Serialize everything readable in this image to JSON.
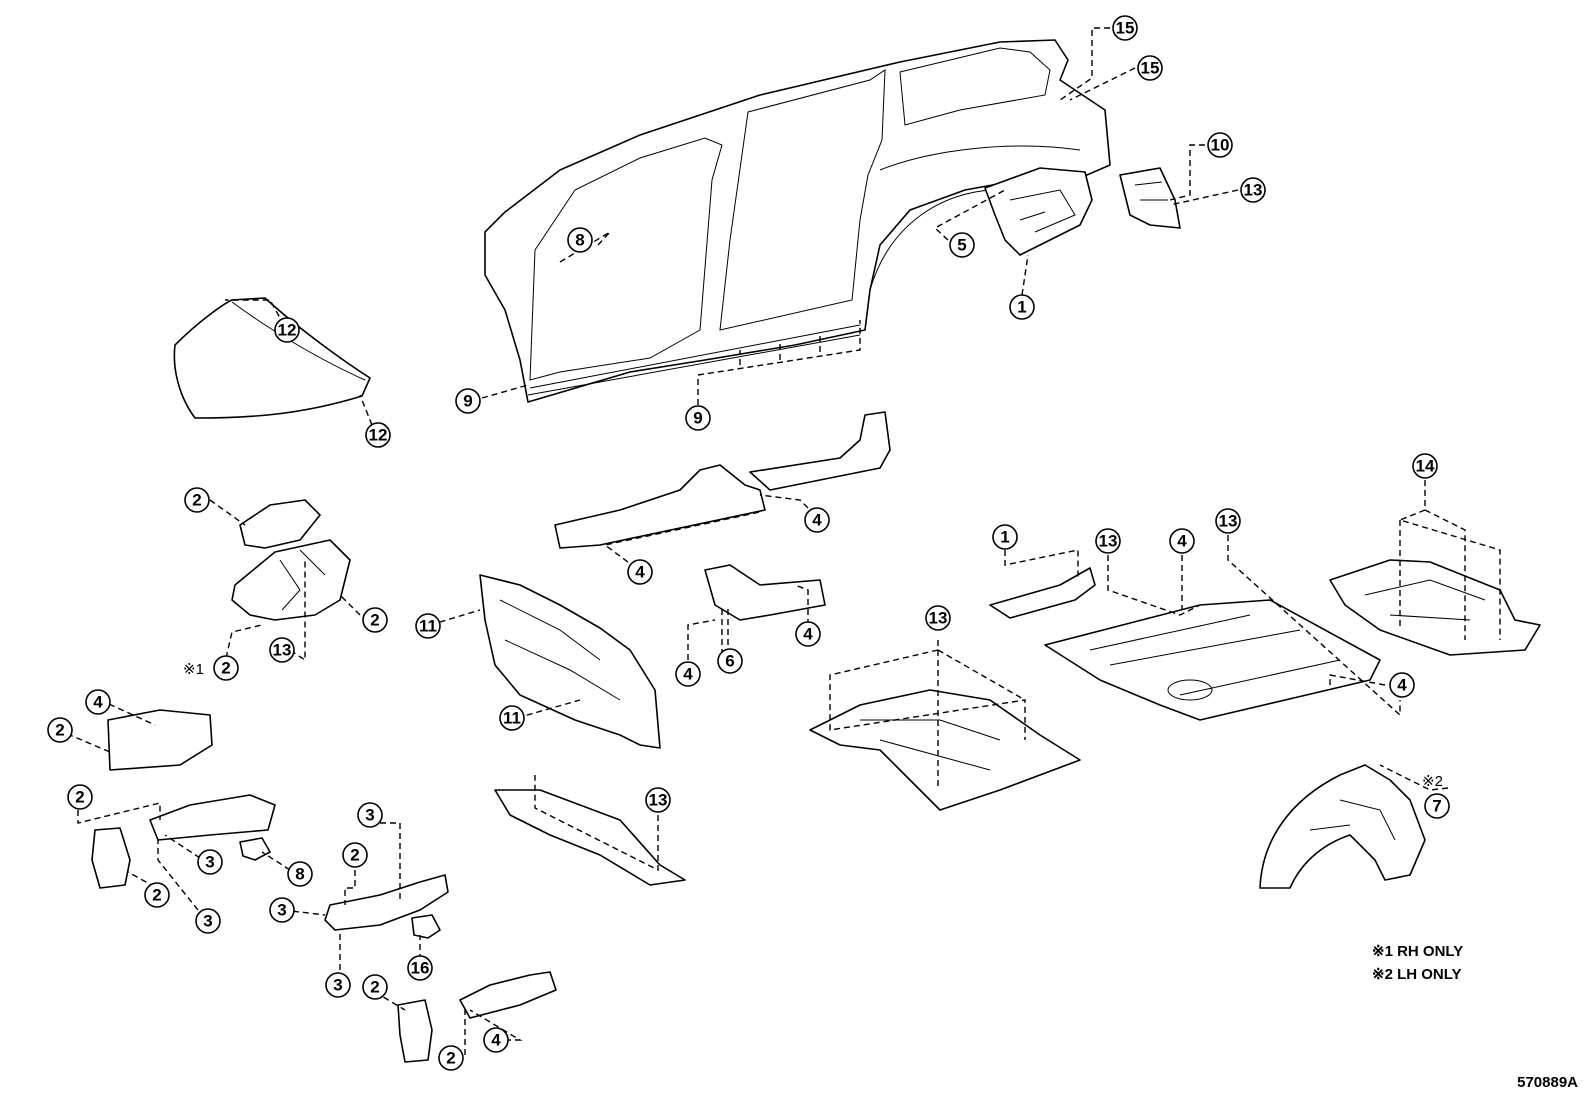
{
  "diagram_id": "570889A",
  "notes": [
    {
      "mark": "※1",
      "text": "RH ONLY"
    },
    {
      "mark": "※2",
      "text": "LH ONLY"
    }
  ],
  "callouts": {
    "c01": "15",
    "c02": "15",
    "c03": "10",
    "c04": "13",
    "c05": "5",
    "c06": "1",
    "c07": "8",
    "c08": "9",
    "c09": "9",
    "c10": "12",
    "c11": "12",
    "c12": "2",
    "c13": "2",
    "c14": "2",
    "c15": "13",
    "c16": "4",
    "c17": "4",
    "c18": "14",
    "c19": "1",
    "c20": "13",
    "c21": "4",
    "c22": "13",
    "c23": "11",
    "c24": "11",
    "c25": "4",
    "c26": "6",
    "c27": "4",
    "c28": "13",
    "c29": "4",
    "c30": "4",
    "c31": "2",
    "c32": "2",
    "c33": "3",
    "c34": "3",
    "c35": "2",
    "c36": "8",
    "c37": "3",
    "c38": "2",
    "c39": "3",
    "c40": "3",
    "c41": "16",
    "c42": "13",
    "c43": "7",
    "c44": "2",
    "c45": "2",
    "c46": "4"
  },
  "marks": {
    "m1": "※1",
    "m2": "※2"
  }
}
